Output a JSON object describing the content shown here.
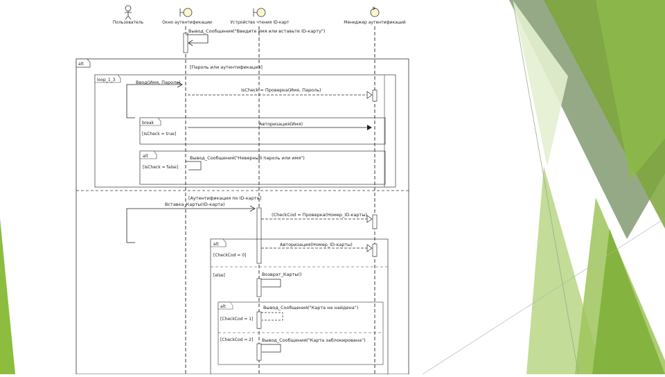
{
  "diagram": {
    "actors": [
      {
        "label": "Пользователь",
        "kind": "actor"
      },
      {
        "label": "Окно аутентификации",
        "kind": "boundary"
      },
      {
        "label": "Устройство чтения ID-карт",
        "kind": "boundary"
      },
      {
        "label": "Менеджер аутентификаций",
        "kind": "control"
      }
    ],
    "messages": {
      "m1": "Вывод_Сообщения(\"Введите имя или вставьте ID-карту\")",
      "m2": "Ввод(Имя, Пароль)",
      "m3": "IsCheck = Проверка(Имя, Пароль)",
      "m4": "Авторизация(Имя)",
      "m5": "Вывод_Сообщения(\"Неверный пароль или имя\")",
      "m6": "Вставка_Карты(ID-карта)",
      "m7": "(CheckCod = Проверка(Номер_ID-карты)",
      "m8": "Авторизация(Номер_ID-карты)",
      "m9": "Возврат_Карты()",
      "m10": "Вывод_Сообщения(\"Карта не найдена\")",
      "m11": "Вывод_Сообщения(\"Карта заблокирована\")"
    },
    "fragments": {
      "alt_main": {
        "op": "alt",
        "guard1": "[Пароль или аутентификация]",
        "guard2": "[Аутентификация по ID-карте]"
      },
      "loop": {
        "op": "loop_1_3"
      },
      "break": {
        "op": "break",
        "guard": "[IsCheck = true]"
      },
      "alt_fail": {
        "op": "alt",
        "guard": "[IsCheck = false]"
      },
      "alt_card": {
        "op": "alt",
        "guard1": "[CheckCod = 0]",
        "guard2": "[else]"
      },
      "alt_inner": {
        "op": "alt",
        "guard1": "[CheckCod = 1]",
        "guard2": "[CheckCod = 2]"
      }
    },
    "colors": {
      "green_dark": "#7da63a",
      "green_mid": "#8cb94a",
      "green_light": "#a9cd6a",
      "green_pale": "#c4dd9a",
      "olive": "#8aa07a"
    }
  }
}
